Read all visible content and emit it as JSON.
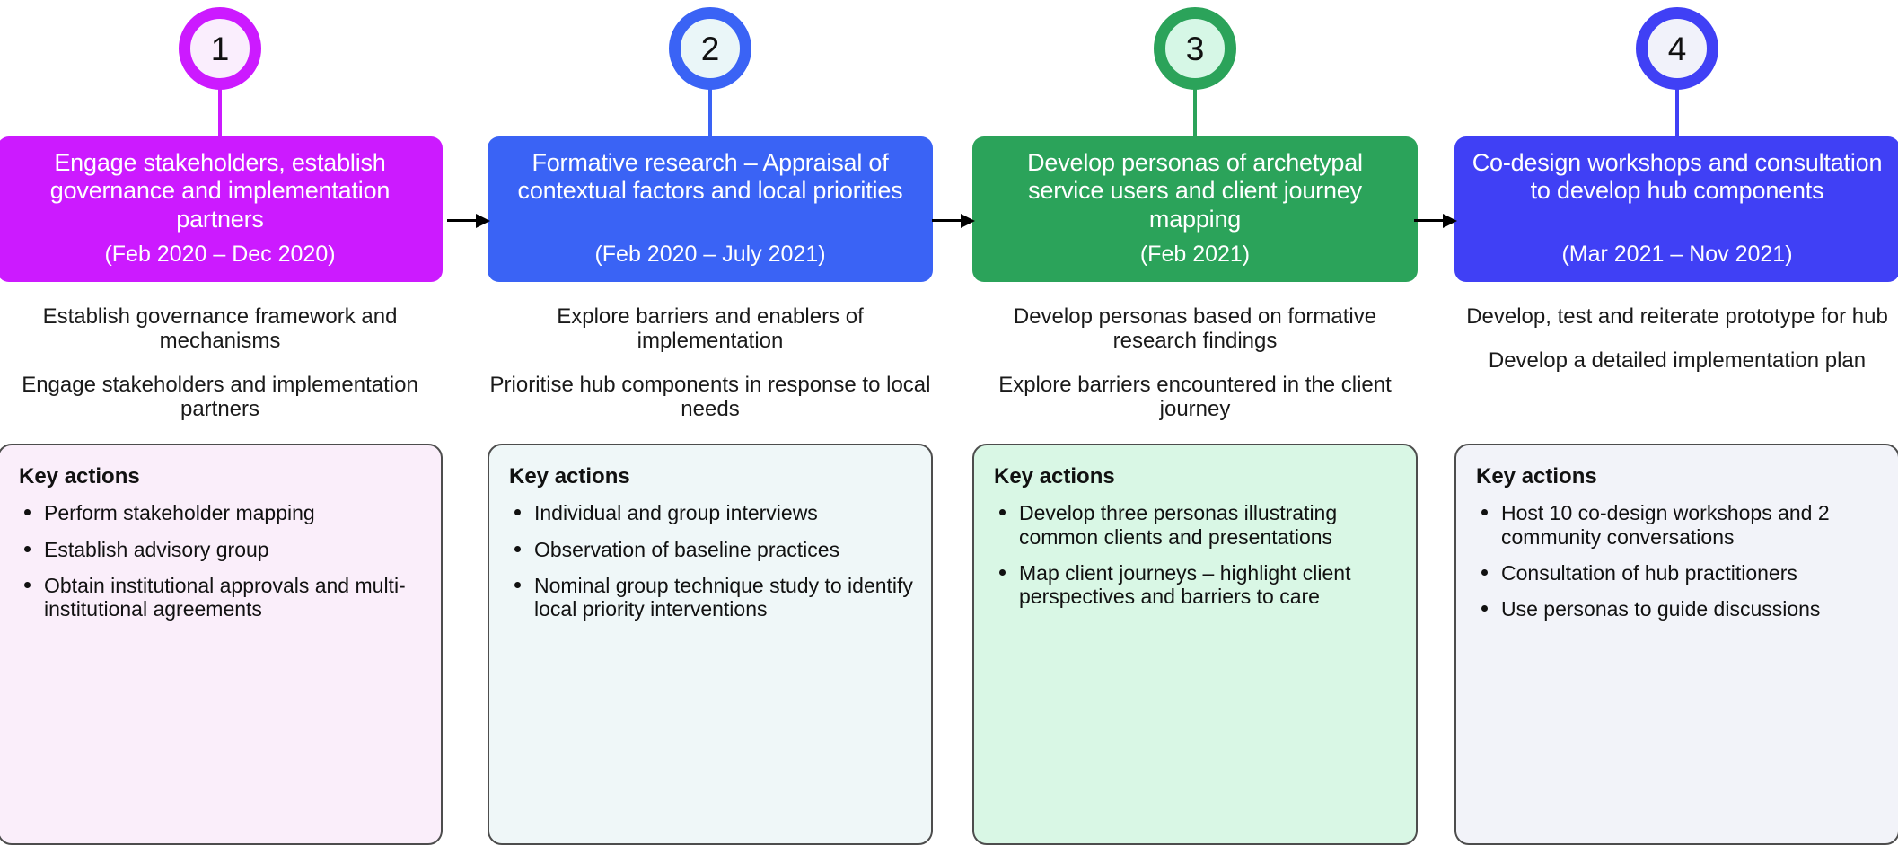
{
  "diagram": {
    "title": "Four-stage hub development implementation flow",
    "actions_heading": "Key actions",
    "arrow_icon": "arrow-right-icon"
  },
  "stages": [
    {
      "number": "1",
      "title": "Engage stakeholders, establish governance and implementation partners",
      "dates": "(Feb 2020 – Dec 2020)",
      "colors": {
        "box": "#cc1aff",
        "ring": "#cc1aff",
        "circle_fill": "#faeefd",
        "card_bg": "#faeefa",
        "card_border": "#4d4d4d"
      },
      "outcomes": [
        "Establish governance framework and mechanisms",
        "Engage stakeholders and implementation partners"
      ],
      "actions": [
        "Perform stakeholder mapping",
        "Establish advisory group",
        "Obtain institutional approvals and multi-institutional agreements"
      ]
    },
    {
      "number": "2",
      "title": "Formative research – Appraisal of contextual factors and local priorities",
      "dates": "(Feb 2020 – July 2021)",
      "colors": {
        "box": "#3a63f5",
        "ring": "#3a63f5",
        "circle_fill": "#eaf6f8",
        "card_bg": "#eff7f8",
        "card_border": "#4d4d4d"
      },
      "outcomes": [
        "Explore barriers and enablers of implementation",
        "Prioritise hub components in response to local needs"
      ],
      "actions": [
        "Individual and group interviews",
        "Observation of baseline practices",
        "Nominal group technique study to identify local priority interventions"
      ]
    },
    {
      "number": "3",
      "title": "Develop personas of archetypal service users and client journey mapping",
      "dates": "(Feb 2021)",
      "colors": {
        "box": "#2ba35a",
        "ring": "#2ba35a",
        "circle_fill": "#d6f7e6",
        "card_bg": "#d9f7e5",
        "card_border": "#4d4d4d"
      },
      "outcomes": [
        "Develop personas based on formative research findings",
        "Explore barriers encountered in the client journey"
      ],
      "actions": [
        "Develop three personas illustrating common clients and presentations",
        "Map client journeys – highlight client perspectives and barriers to care"
      ]
    },
    {
      "number": "4",
      "title": "Co-design workshops and consultation to develop hub components",
      "dates": "(Mar 2021 – Nov 2021)",
      "colors": {
        "box": "#4040f5",
        "ring": "#4040f5",
        "circle_fill": "#f1f2fa",
        "card_bg": "#f2f3f9",
        "card_border": "#4d4d4d"
      },
      "outcomes": [
        "Develop, test and reiterate prototype for hub",
        "Develop a detailed implementation plan"
      ],
      "actions": [
        "Host 10 co-design workshops and 2 community conversations",
        "Consultation of hub practitioners",
        "Use personas to guide discussions"
      ]
    }
  ]
}
